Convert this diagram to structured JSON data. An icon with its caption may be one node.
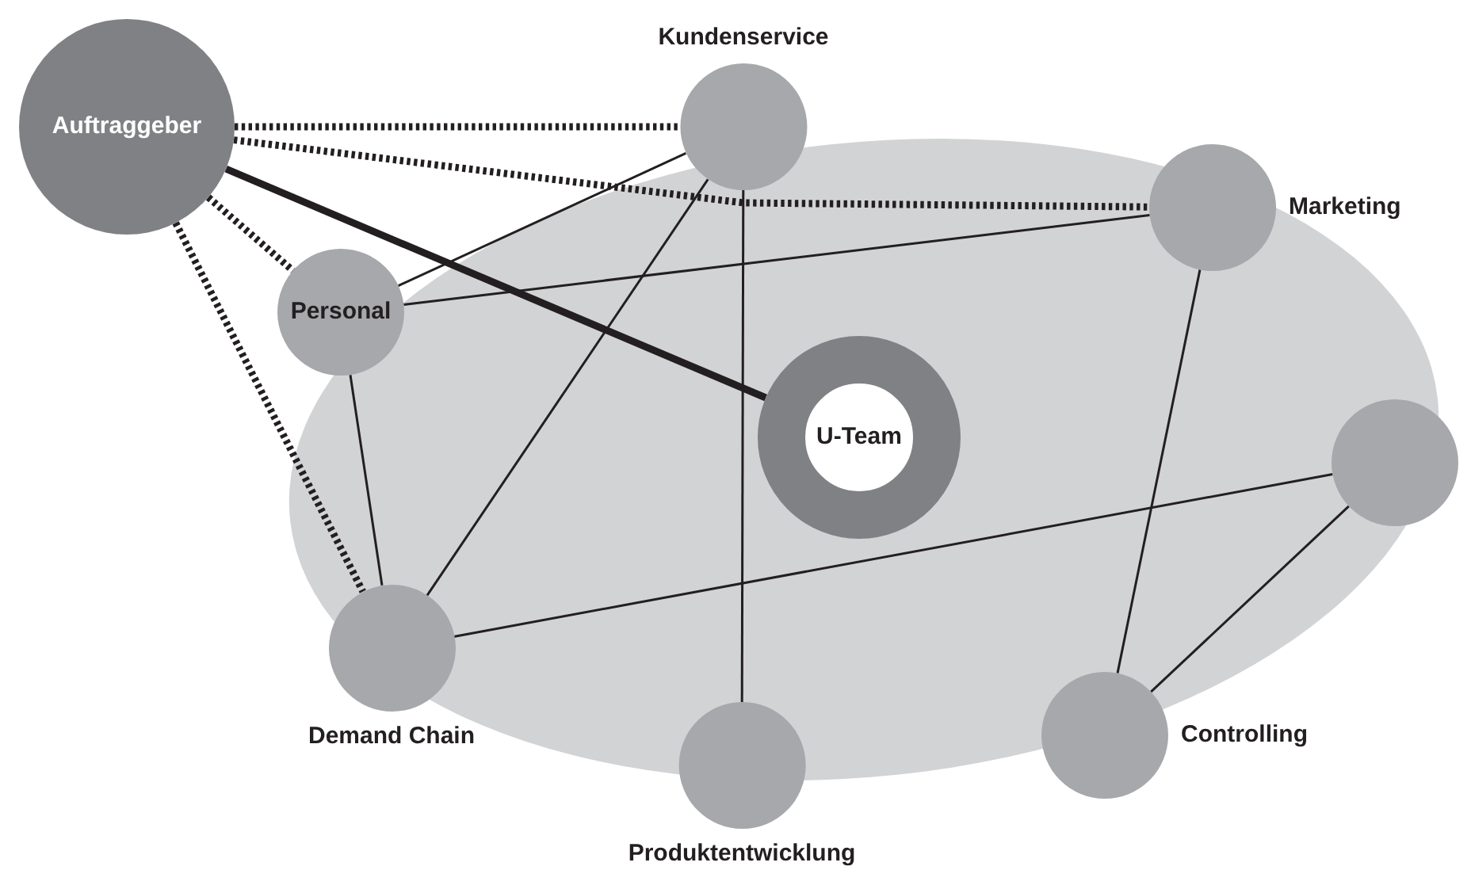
{
  "diagram": {
    "nodes": [
      {
        "text": [
          "Auftraggeber"
        ]
      },
      {
        "text": [
          "Kundenservice"
        ]
      },
      {
        "text": [
          "Marketing"
        ]
      },
      {
        "text": [
          "Personal"
        ]
      },
      {
        "text": [
          "U-Team"
        ]
      },
      {
        "text": [],
        "shape": "circle"
      },
      {
        "text": [
          "Demand Chain"
        ]
      },
      {
        "text": [
          "Produktentwicklung"
        ]
      },
      {
        "text": [
          "Controlling"
        ]
      }
    ],
    "edges": [
      {
        "from": 0,
        "to": 1,
        "arrow": "none",
        "style": "dashed"
      },
      {
        "from": 0,
        "to": 2,
        "arrow": "none",
        "style": "dashed"
      },
      {
        "from": 0,
        "to": 3,
        "arrow": "none",
        "style": "dashed"
      },
      {
        "from": 0,
        "to": 6,
        "arrow": "none",
        "style": "dashed"
      },
      {
        "from": 0,
        "to": 4,
        "arrow": "none",
        "style": "thick"
      },
      {
        "from": 1,
        "to": 3,
        "arrow": "none"
      },
      {
        "from": 1,
        "to": 6,
        "arrow": "none"
      },
      {
        "from": 1,
        "to": 7,
        "arrow": "none"
      },
      {
        "from": 3,
        "to": 2,
        "arrow": "none"
      },
      {
        "from": 3,
        "to": 6,
        "arrow": "none"
      },
      {
        "from": 6,
        "to": 5,
        "arrow": "none"
      },
      {
        "from": 2,
        "to": 8,
        "arrow": "none"
      },
      {
        "from": 5,
        "to": 8,
        "arrow": "none"
      }
    ]
  }
}
